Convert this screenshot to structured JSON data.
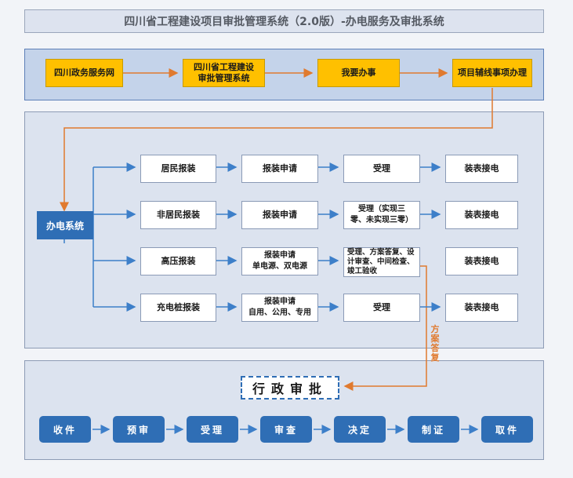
{
  "title": "四川省工程建设项目审批管理系统（2.0版）-办电服务及审批系统",
  "colors": {
    "accent_blue": "#2f6eb5",
    "arrow_blue": "#3d7fc9",
    "arrow_orange": "#e07a2f",
    "yellow": "#ffc000"
  },
  "top_flow": {
    "steps": [
      "四川政务服务网",
      "四川省工程建设\n审批管理系统",
      "我要办事",
      "项目辅线事项办理"
    ]
  },
  "middle": {
    "system_label": "办电系统",
    "rows": [
      {
        "type": "居民报装",
        "apply": "报装申请",
        "accept": "受理",
        "finish": "装表接电"
      },
      {
        "type": "非居民报装",
        "apply": "报装申请",
        "accept": "受理（实现三\n零、未实现三零）",
        "finish": "装表接电"
      },
      {
        "type": "高压报装",
        "apply": "报装申请\n单电源、双电源",
        "accept": "受理、方案答复、设\n计审查、中间检查、\n竣工验收",
        "finish": "装表接电"
      },
      {
        "type": "充电桩报装",
        "apply": "报装申请\n自用、公用、专用",
        "accept": "受理",
        "finish": "装表接电"
      }
    ],
    "side_label": "方案答复"
  },
  "bottom": {
    "admin_label": "行政审批",
    "steps": [
      "收件",
      "预审",
      "受理",
      "审查",
      "决定",
      "制证",
      "取件"
    ]
  }
}
